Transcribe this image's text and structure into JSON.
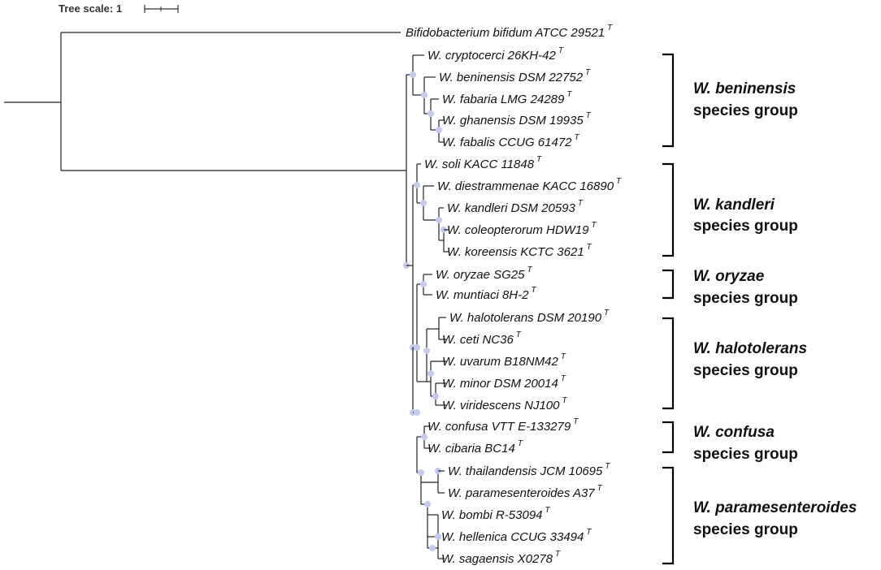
{
  "scale": {
    "label": "Tree scale: 1"
  },
  "outgroup": {
    "name": "Bifidobacterium bifidum ATCC 29521",
    "sup": "T"
  },
  "leaves": [
    {
      "name": "W. cryptocerci 26KH-42",
      "sup": "T"
    },
    {
      "name": "W. beninensis DSM 22752",
      "sup": "T"
    },
    {
      "name": "W. fabaria LMG 24289",
      "sup": "T"
    },
    {
      "name": "W. ghanensis DSM 19935",
      "sup": "T"
    },
    {
      "name": "W. fabalis CCUG 61472",
      "sup": "T"
    },
    {
      "name": "W. soli KACC 11848",
      "sup": "T"
    },
    {
      "name": "W. diestrammenae KACC 16890",
      "sup": "T"
    },
    {
      "name": "W. kandleri DSM 20593",
      "sup": "T"
    },
    {
      "name": "W. coleopterorum HDW19",
      "sup": "T"
    },
    {
      "name": "W. koreensis KCTC 3621",
      "sup": "T"
    },
    {
      "name": "W. oryzae SG25",
      "sup": "T"
    },
    {
      "name": "W. muntiaci 8H-2",
      "sup": "T"
    },
    {
      "name": "W. halotolerans DSM 20190",
      "sup": "T"
    },
    {
      "name": "W. ceti NC36",
      "sup": "T"
    },
    {
      "name": "W. uvarum B18NM42",
      "sup": "T"
    },
    {
      "name": "W. minor DSM 20014",
      "sup": "T"
    },
    {
      "name": "W. viridescens NJ100",
      "sup": "T"
    },
    {
      "name": "W. confusa VTT E-133279",
      "sup": "T"
    },
    {
      "name": "W. cibaria BC14",
      "sup": "T"
    },
    {
      "name": "W. thailandensis JCM 10695",
      "sup": "T"
    },
    {
      "name": "W. paramesenteroides A37",
      "sup": "T"
    },
    {
      "name": "W. bombi R-53094",
      "sup": "T"
    },
    {
      "name": "W. hellenica CCUG 33494",
      "sup": "T"
    },
    {
      "name": "W. sagaensis X0278",
      "sup": "T"
    }
  ],
  "groups": [
    {
      "title": "W. beninensis",
      "subtitle": "species group"
    },
    {
      "title": "W. kandleri",
      "subtitle": "species group"
    },
    {
      "title": "W. oryzae",
      "subtitle": "species group"
    },
    {
      "title": "W. halotolerans",
      "subtitle": "species group"
    },
    {
      "title": "W. confusa",
      "subtitle": "species group"
    },
    {
      "title": "W. paramesenteroides",
      "subtitle": "species group"
    }
  ],
  "colors": {
    "branch": "#222222",
    "node_dot": "#c5c8f0",
    "bracket": "#000000"
  }
}
